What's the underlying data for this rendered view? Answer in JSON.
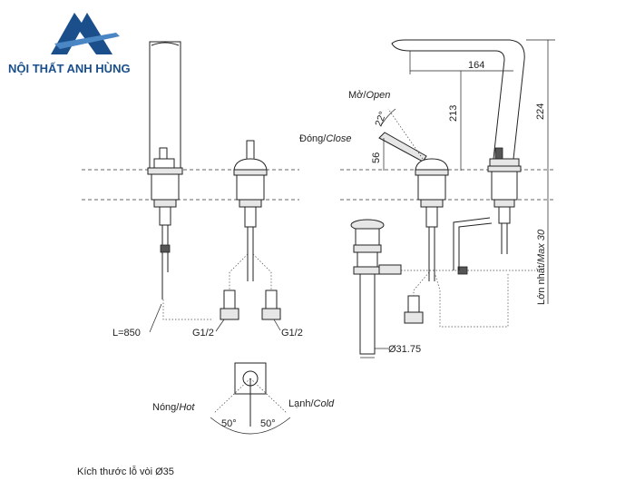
{
  "brand": {
    "name": "NỘI THẤT ANH HÙNG",
    "logo_color": "#1a4f8b"
  },
  "labels": {
    "hose_length": "L=850",
    "thread_left": "G1/2",
    "thread_right": "G1/2",
    "hot_vi": "Nóng/",
    "hot_en": "Hot",
    "cold_vi": "Lạnh/",
    "cold_en": "Cold",
    "angle_left": "50°",
    "angle_right": "50°",
    "open_vi": "Mở/",
    "open_en": "Open",
    "close_vi": "Đóng/",
    "close_en": "Close",
    "lever_angle": "22°",
    "dim_reach": "164",
    "dim_213": "213",
    "dim_224": "224",
    "dim_56": "56",
    "max_vi": "Lớn nhất/",
    "max_en": "Max 30",
    "drain_diameter": "Ø31.75",
    "hole_caption": "Kích thước lỗ vòi Ø35"
  }
}
